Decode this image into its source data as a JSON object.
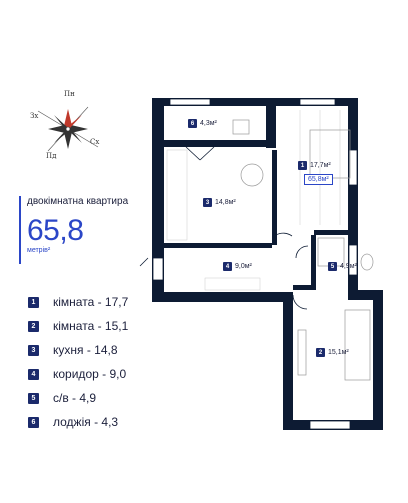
{
  "compass": {
    "north": "Пн",
    "east": "Сх",
    "south": "Пд",
    "west": "Зх"
  },
  "apartment": {
    "type": "двокімнатна квартира",
    "area": "65,8",
    "unit": "метрів²"
  },
  "plan_labels": {
    "room1": {
      "num": "1",
      "area": "17,7м²"
    },
    "room2": {
      "num": "2",
      "area": "15,1м²"
    },
    "room3": {
      "num": "3",
      "area": "14,8м²"
    },
    "room4": {
      "num": "4",
      "area": "9,0м²"
    },
    "room5": {
      "num": "5",
      "area": "4,9м²"
    },
    "room6": {
      "num": "6",
      "area": "4,3м²"
    },
    "total": "65,8м²"
  },
  "legend": [
    {
      "num": "1",
      "text": "кімната - 17,7"
    },
    {
      "num": "2",
      "text": "кімната - 15,1"
    },
    {
      "num": "3",
      "text": "кухня - 14,8"
    },
    {
      "num": "4",
      "text": "коридор - 9,0"
    },
    {
      "num": "5",
      "text": "с/в - 4,9"
    },
    {
      "num": "6",
      "text": "лоджія - 4,3"
    }
  ],
  "colors": {
    "wall": "#0d1b33",
    "accent": "#2b46c7",
    "badge": "#1b2a6b"
  }
}
